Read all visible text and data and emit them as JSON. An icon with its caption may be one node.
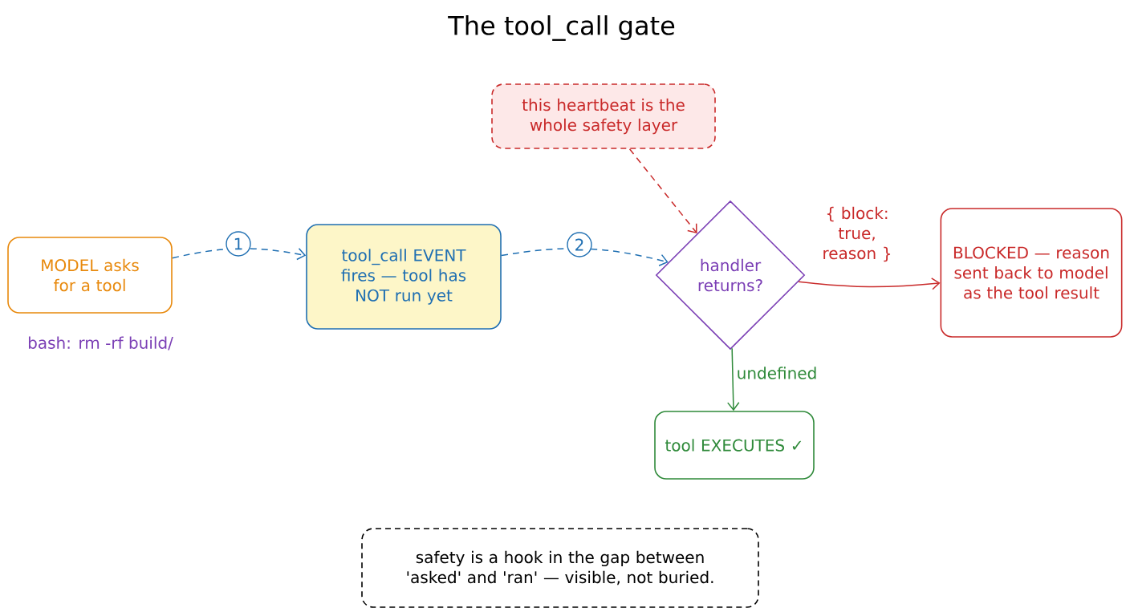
{
  "diagram": {
    "title": "The tool_call gate",
    "nodes": [
      {
        "text": [
          "MODEL asks for a tool"
        ],
        "beside": [
          "bash: rm -rf build/"
        ]
      },
      {
        "text": [
          "tool_call EVENT fires — tool has NOT run yet"
        ]
      },
      {
        "text": [
          "this heartbeat is the whole safety layer"
        ]
      },
      {
        "text": [
          "handler returns?"
        ]
      },
      {
        "text": [
          "BLOCKED — reason sent back to model as the tool result"
        ]
      },
      {
        "text": [
          "tool EXECUTES ✓"
        ]
      },
      {
        "text": [
          "safety is a hook in the gap between 'asked' and 'ran' — visible, not buried."
        ]
      }
    ],
    "edges": [
      {
        "from": 0,
        "to": 1,
        "arrow": "to",
        "label": "1",
        "style": "dashed",
        "color": "#1f6fb2"
      },
      {
        "from": 1,
        "to": 3,
        "arrow": "to",
        "label": "2",
        "style": "dashed",
        "color": "#1f6fb2"
      },
      {
        "from": 2,
        "to": 3,
        "arrow": "to",
        "style": "dashed",
        "color": "#c92a2a"
      },
      {
        "from": 3,
        "to": 4,
        "arrow": "to",
        "label": "{ block: true, reason }",
        "color": "#c92a2a"
      },
      {
        "from": 3,
        "to": 5,
        "arrow": "to",
        "label": "undefined",
        "color": "#2f8a3a"
      }
    ]
  }
}
